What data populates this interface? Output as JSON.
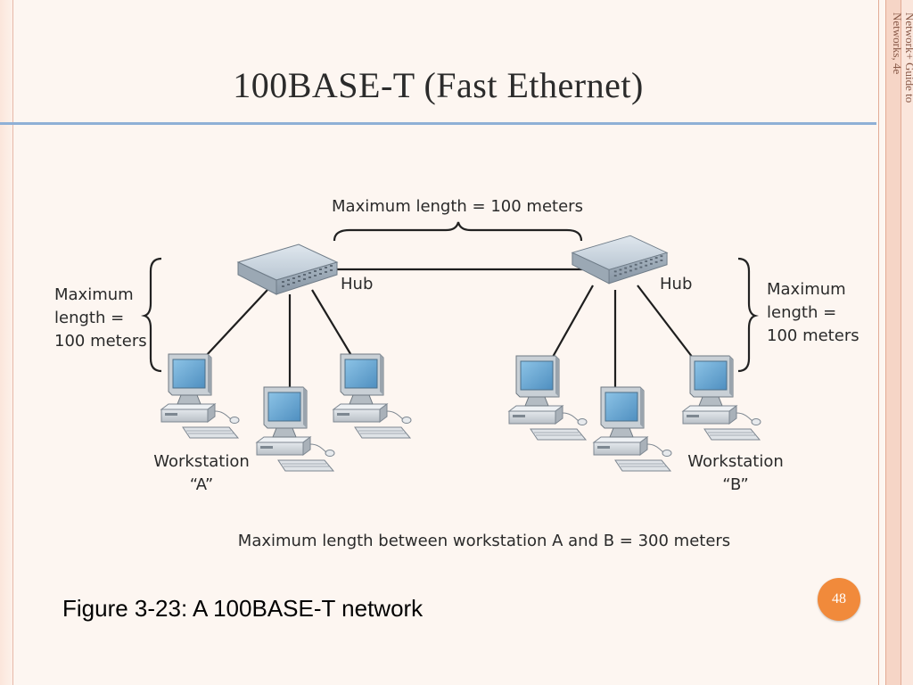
{
  "slide": {
    "title": "100BASE-T (Fast Ethernet)",
    "side_note_line1": "Network+ Guide to",
    "side_note_line2": "Networks, 4e",
    "caption": "Figure 3-23: A 100BASE-T network",
    "page_number": "48"
  },
  "diagram": {
    "top_length_label": "Maximum length = 100 meters",
    "hub_left_label": "Hub",
    "hub_right_label": "Hub",
    "left_length_line1": "Maximum",
    "left_length_line2": "length =",
    "left_length_line3": "100 meters",
    "right_length_line1": "Maximum",
    "right_length_line2": "length =",
    "right_length_line3": "100 meters",
    "workstation_a_line1": "Workstation",
    "workstation_a_line2": "“A”",
    "workstation_b_line1": "Workstation",
    "workstation_b_line2": "“B”",
    "bottom_label": "Maximum length between workstation A and B = 300 meters"
  },
  "colors": {
    "accent_rule": "#8fb0d6",
    "page_badge": "#f18a3b",
    "border": "#e3ab95"
  }
}
